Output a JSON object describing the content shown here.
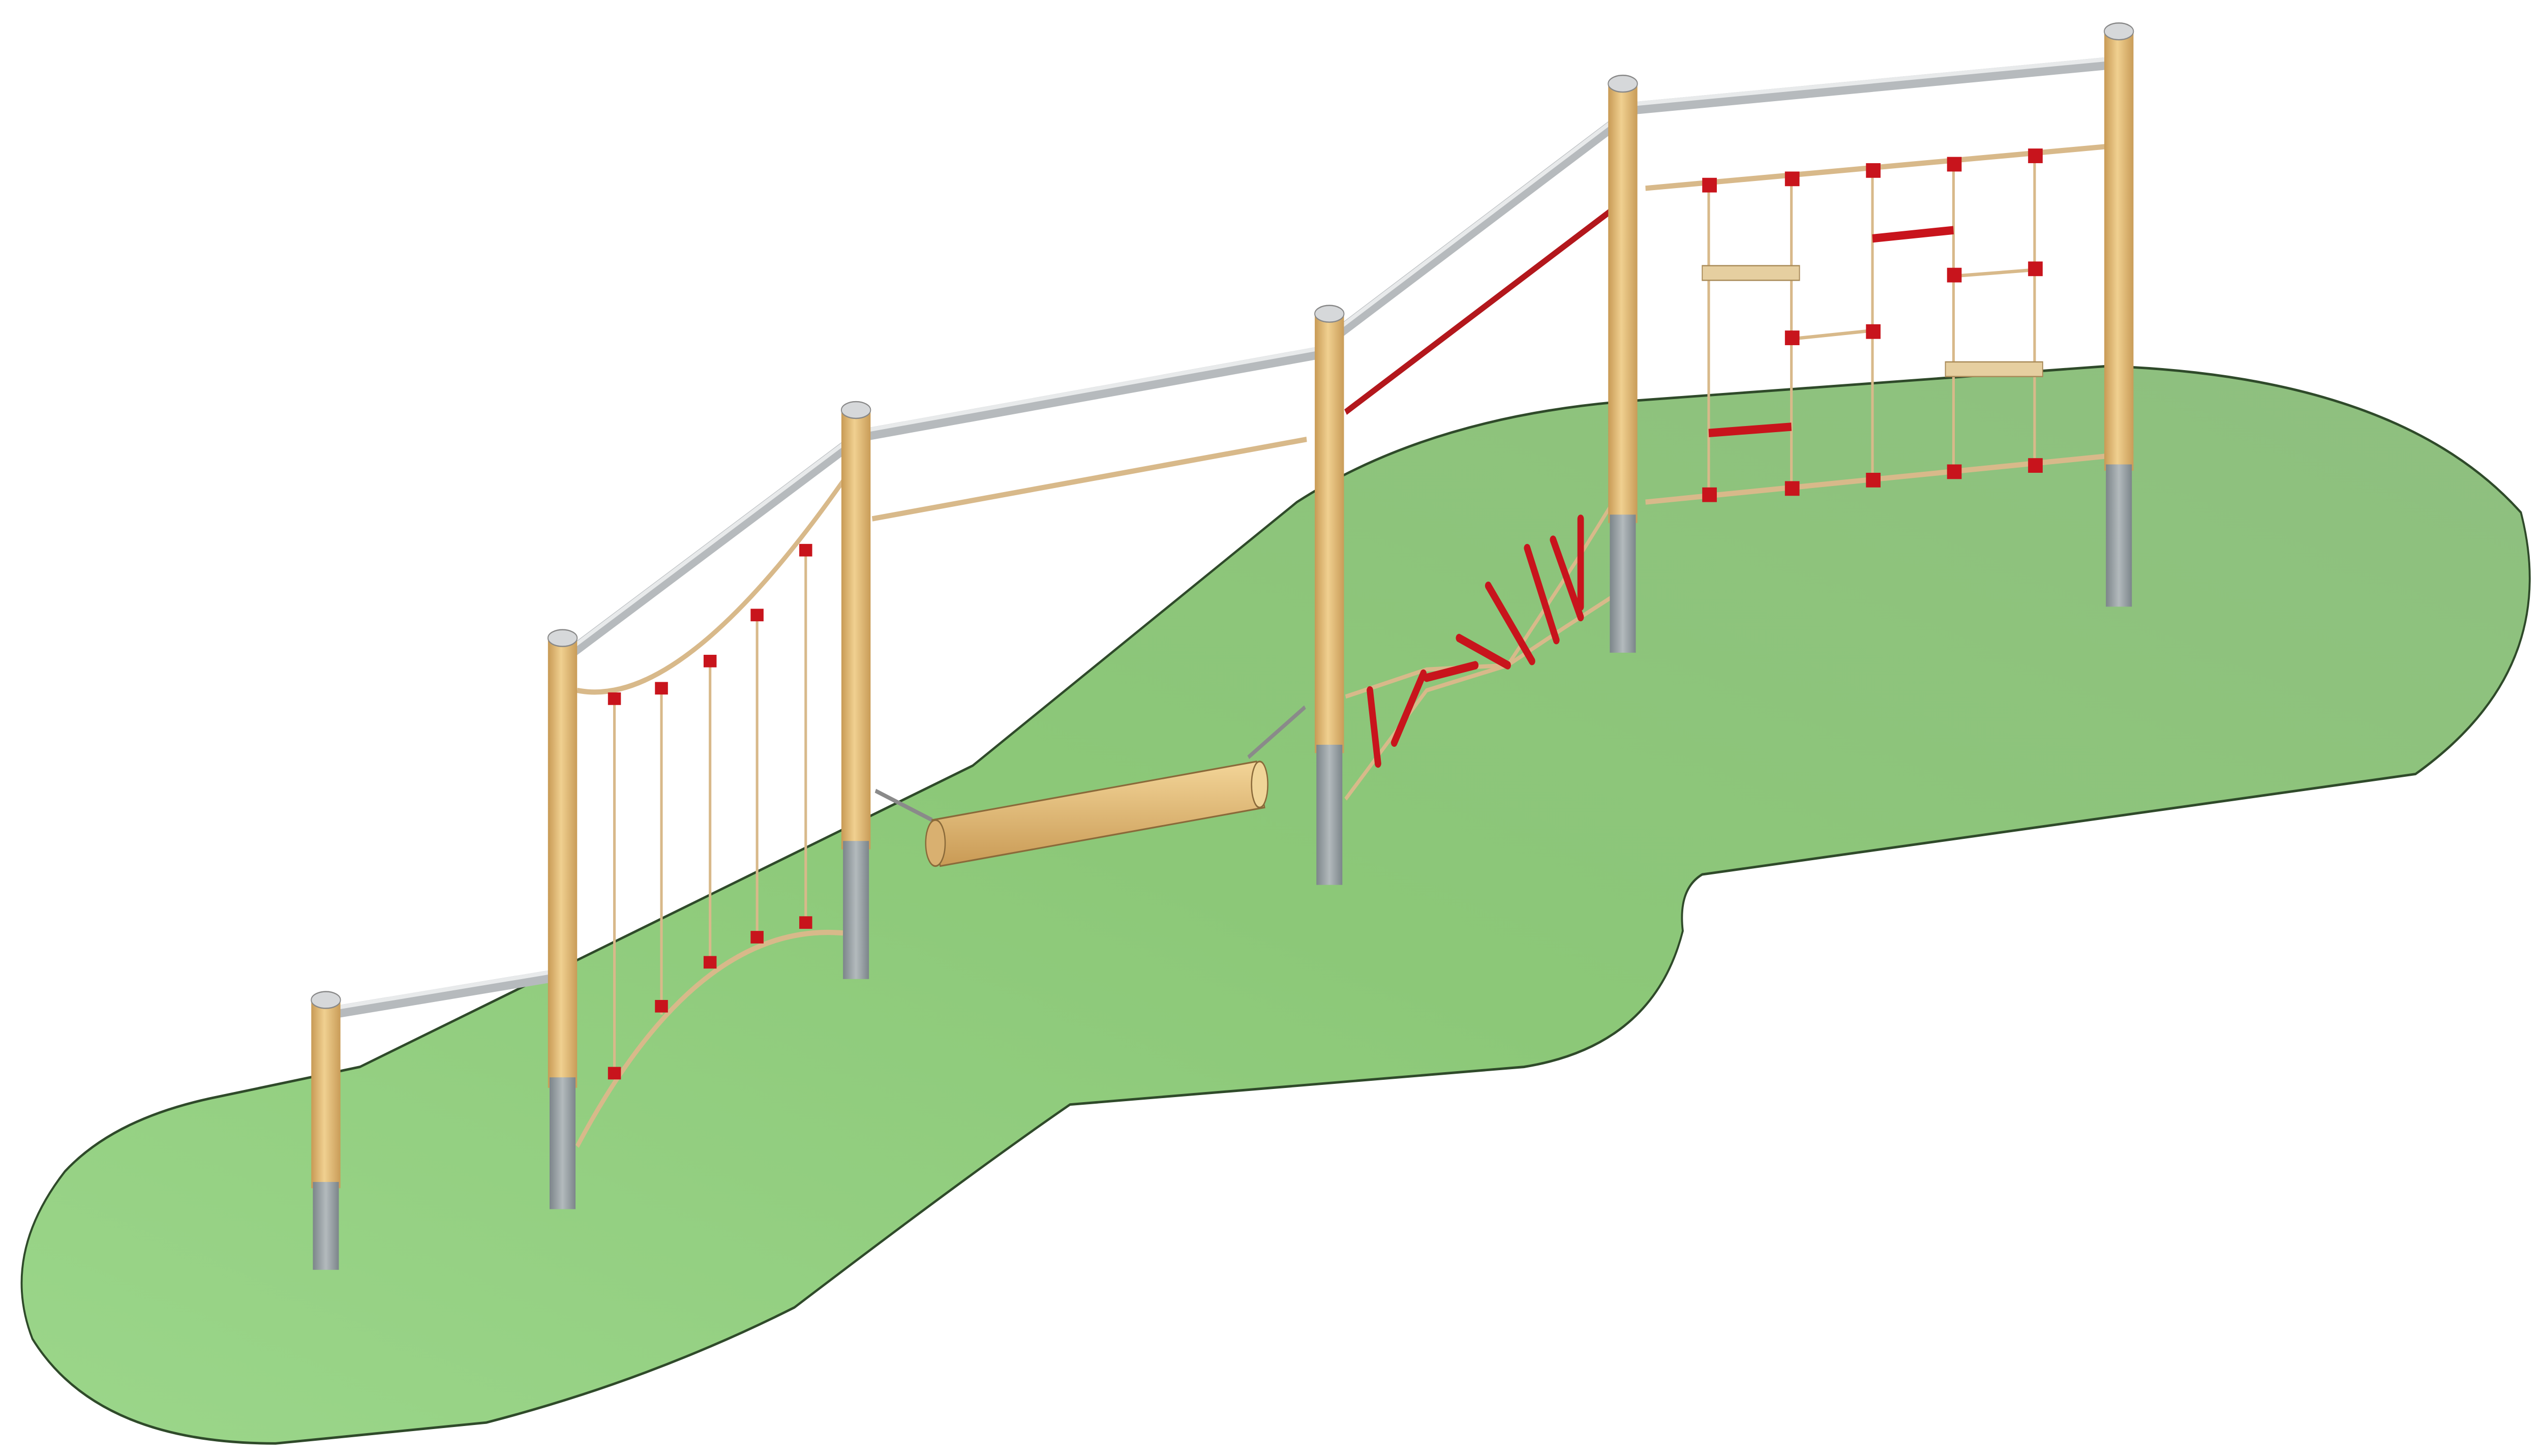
{
  "scene": {
    "colors": {
      "background": "#ffffff",
      "ground": "#8cc878",
      "ground_outline": "#2f4a2a",
      "wood_post": "#e2bd78",
      "galvanized": "#9aa3a8",
      "steel_rail": "#cfd2d4",
      "rope": "#d8b98a",
      "red_clamp": "#c8141c",
      "red_rope": "#b3171c",
      "plank": "#e6cfa0"
    },
    "icons": [
      "post",
      "rail",
      "rope-bridge",
      "balance-log",
      "stepping-ladder",
      "climbing-net"
    ]
  }
}
